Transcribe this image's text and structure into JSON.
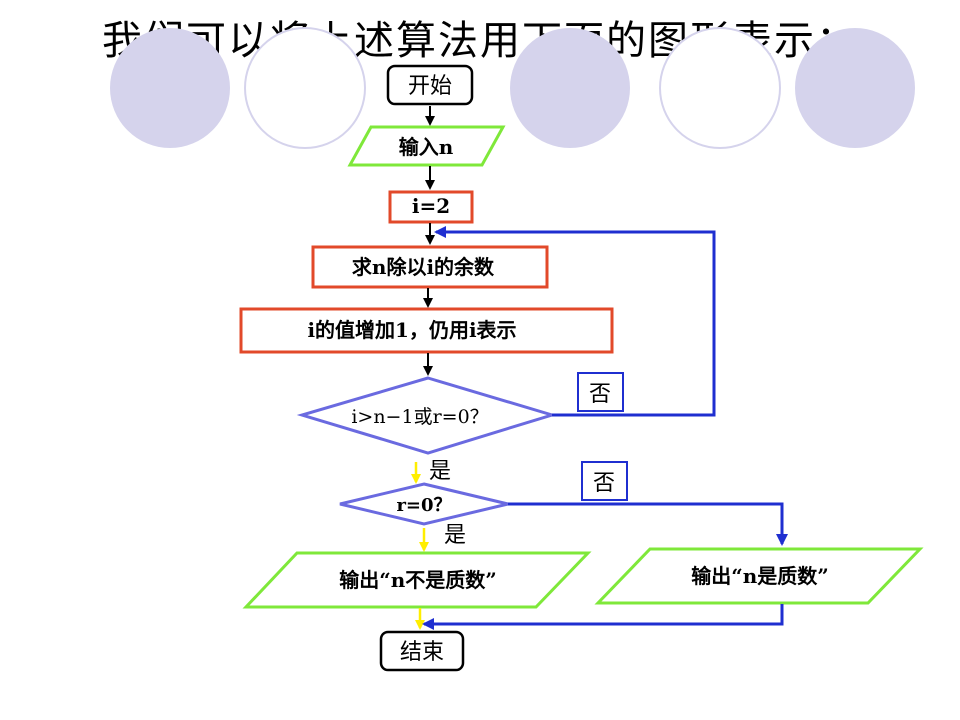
{
  "slide": {
    "title": "我们可以将上述算法用下面的图形表示："
  },
  "flowchart": {
    "start": "开始",
    "input": "输入n",
    "init": "i=2",
    "remainder": "求n除以i的余数",
    "increment": "i的值增加1，仍用i表示",
    "condition1": "i>n−1或r=0？",
    "condition2": "r=0？",
    "output_not_prime": "输出“n不是质数”",
    "output_prime": "输出“n是质数”",
    "end": "结束",
    "label_no_loop": "否",
    "label_no_prime": "否",
    "label_yes_1": "是",
    "label_yes_2": "是"
  },
  "colors": {
    "decor_circle_fill": "#d5d3ec",
    "decor_circle_stroke": "#ffffff",
    "terminal_border": "#000000",
    "io_border": "#7fe83a",
    "process_border": "#e2492a",
    "decision_border": "#6a6ae0",
    "loop_arrow": "#1f2fd0",
    "yes_arrow": "#ffee00"
  }
}
